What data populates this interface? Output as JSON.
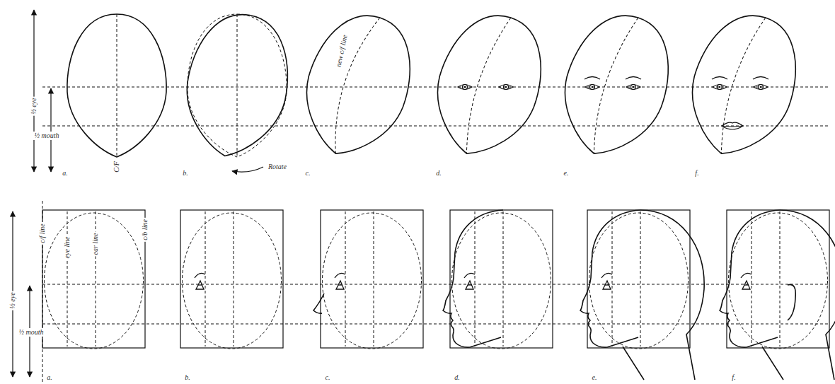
{
  "diagram": {
    "labels": [
      "½ eye",
      "½ mouth",
      "C/F",
      "Rotate",
      "new c/f line",
      "a.",
      "b.",
      "c.",
      "d.",
      "e.",
      "f.",
      "½ eye",
      "½ mouth",
      "c/f line",
      "eye line",
      "ear line",
      "c/b line",
      "a.",
      "b.",
      "c.",
      "d.",
      "e.",
      "f."
    ]
  }
}
